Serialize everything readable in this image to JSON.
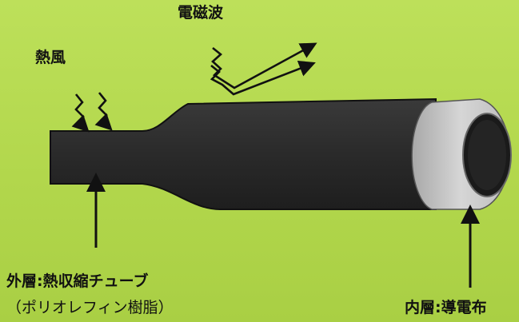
{
  "labels": {
    "hot_air": "熱風",
    "em_wave": "電磁波",
    "outer_layer": "外層:熱収縮チューブ",
    "outer_material": "（ポリオレフィン樹脂）",
    "inner_layer": "内層:導電布"
  },
  "colors": {
    "background": "#b4d94e",
    "tube": "#2c2c2c",
    "inner_ring": "#c8c8c8",
    "arrow": "#111111"
  }
}
